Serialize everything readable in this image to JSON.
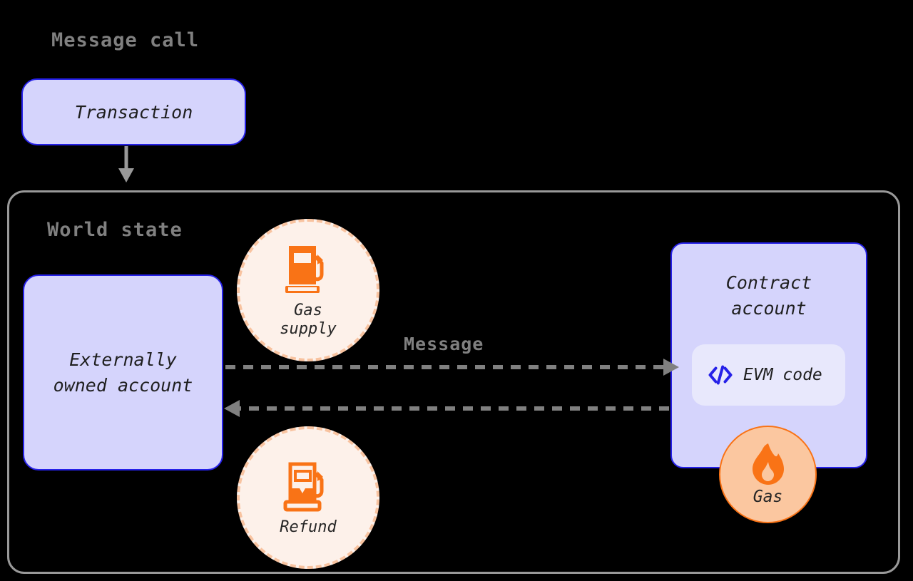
{
  "diagram": {
    "title": "Message call",
    "background_color": "#000000"
  },
  "sections": {
    "message_call": {
      "heading": "Message call",
      "transaction_node": {
        "label": "Transaction",
        "fill": "#D5D4FC",
        "border": "#2621E8"
      },
      "arrow_to_world_state": {
        "name": "transaction-to-world-state-arrow",
        "style": "solid",
        "color": "#999999"
      }
    },
    "world_state": {
      "heading": "World state",
      "border_color": "#999999",
      "eoa_node": {
        "label_line1": "Externally",
        "label_line2": "owned account",
        "fill": "#D5D4FC",
        "border": "#2621E8"
      },
      "contract_node": {
        "label_line1": "Contract",
        "label_line2": "account",
        "fill": "#D5D4FC",
        "border": "#2621E8",
        "evm_code_chip": {
          "label": "EVM code",
          "icon": "code-brackets-icon",
          "icon_color": "#2621E8",
          "fill": "#E8E8FC"
        },
        "gas_badge": {
          "label": "Gas",
          "icon": "flame-icon",
          "icon_color": "#F97316",
          "fill": "#FBC7A0",
          "border": "#F97316"
        }
      },
      "gas_supply_circle": {
        "label_line1": "Gas",
        "label_line2": "supply",
        "icon": "fuel-pump-filled-icon",
        "icon_color": "#F97316",
        "fill": "#FDF1EA",
        "border": "#F8C3A0",
        "border_style": "dashed"
      },
      "refund_circle": {
        "label_line1": "Refund",
        "label_line2": "",
        "icon": "fuel-pump-outline-icon",
        "icon_color": "#F97316",
        "fill": "#FDF1EA",
        "border": "#F8C3A0",
        "border_style": "dashed"
      },
      "message_arrow": {
        "label": "Message",
        "direction": "eoa-to-contract",
        "style": "dashed",
        "color": "#808080"
      },
      "return_arrow": {
        "label": "",
        "direction": "contract-to-eoa",
        "style": "dashed",
        "color": "#808080"
      }
    }
  }
}
